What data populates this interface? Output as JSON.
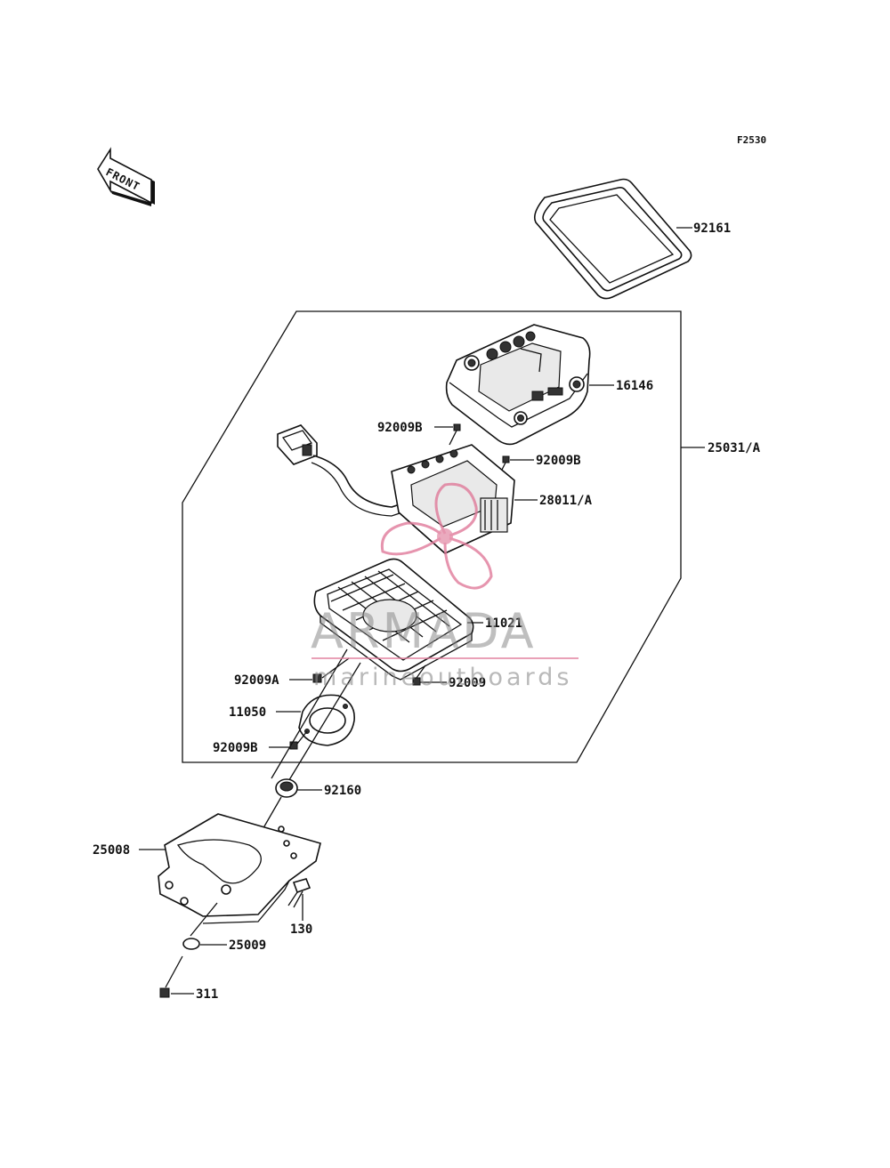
{
  "diagram": {
    "code": "F2530",
    "front_label": "FRONT",
    "watermark": {
      "brand": "ARMADA",
      "tagline": "marineoutboards",
      "brand_color": "#e07a9a"
    },
    "parts": [
      {
        "id": "p92161",
        "label": "92161"
      },
      {
        "id": "p16146",
        "label": "16146"
      },
      {
        "id": "p92009B_1",
        "label": "92009B"
      },
      {
        "id": "p92009B_2",
        "label": "92009B"
      },
      {
        "id": "p25031A",
        "label": "25031/A"
      },
      {
        "id": "p28011A",
        "label": "28011/A"
      },
      {
        "id": "p11021",
        "label": "11021"
      },
      {
        "id": "p92009A",
        "label": "92009A"
      },
      {
        "id": "p92009",
        "label": "92009"
      },
      {
        "id": "p11050",
        "label": "11050"
      },
      {
        "id": "p92009B_3",
        "label": "92009B"
      },
      {
        "id": "p92160",
        "label": "92160"
      },
      {
        "id": "p25008",
        "label": "25008"
      },
      {
        "id": "p130",
        "label": "130"
      },
      {
        "id": "p25009",
        "label": "25009"
      },
      {
        "id": "p311",
        "label": "311"
      }
    ]
  }
}
